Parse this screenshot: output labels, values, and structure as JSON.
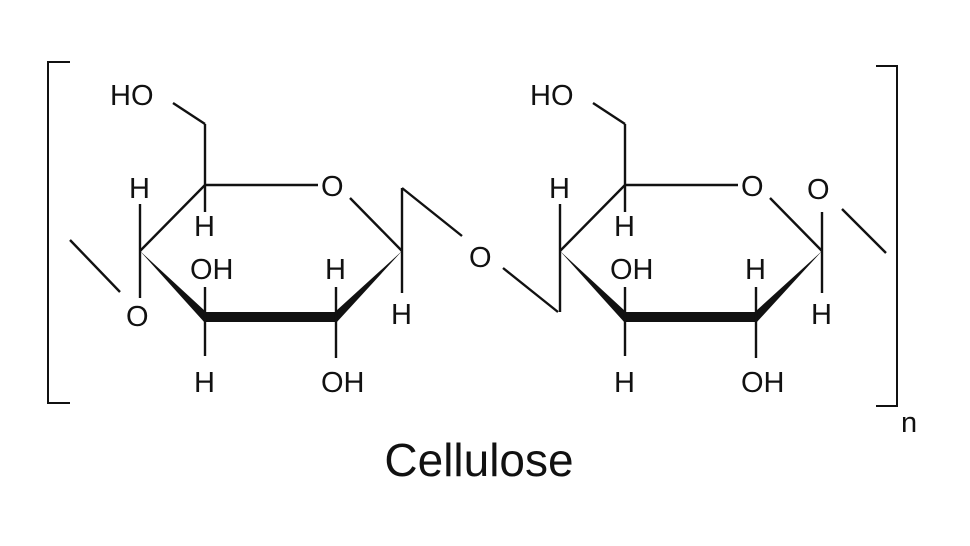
{
  "molecule": {
    "name": "Cellulose",
    "repeat_subscript": "n",
    "rings": [
      {
        "hydroxymethyl": "HO",
        "ring_oxygen": "O",
        "c4_h": "H",
        "c5_h": "H",
        "c3_oh": "OH",
        "c2_h": "H",
        "c1_h": "H",
        "c3_h": "H",
        "c2_oh": "OH",
        "link_oxygen": "O"
      },
      {
        "hydroxymethyl": "HO",
        "ring_oxygen": "O",
        "c4_h": "H",
        "c5_h": "H",
        "c3_oh": "OH",
        "c2_h": "H",
        "c1_h": "H",
        "c3_h": "H",
        "c2_oh": "OH",
        "terminal_oxygen": "O"
      }
    ],
    "bridge_oxygen": "O"
  }
}
